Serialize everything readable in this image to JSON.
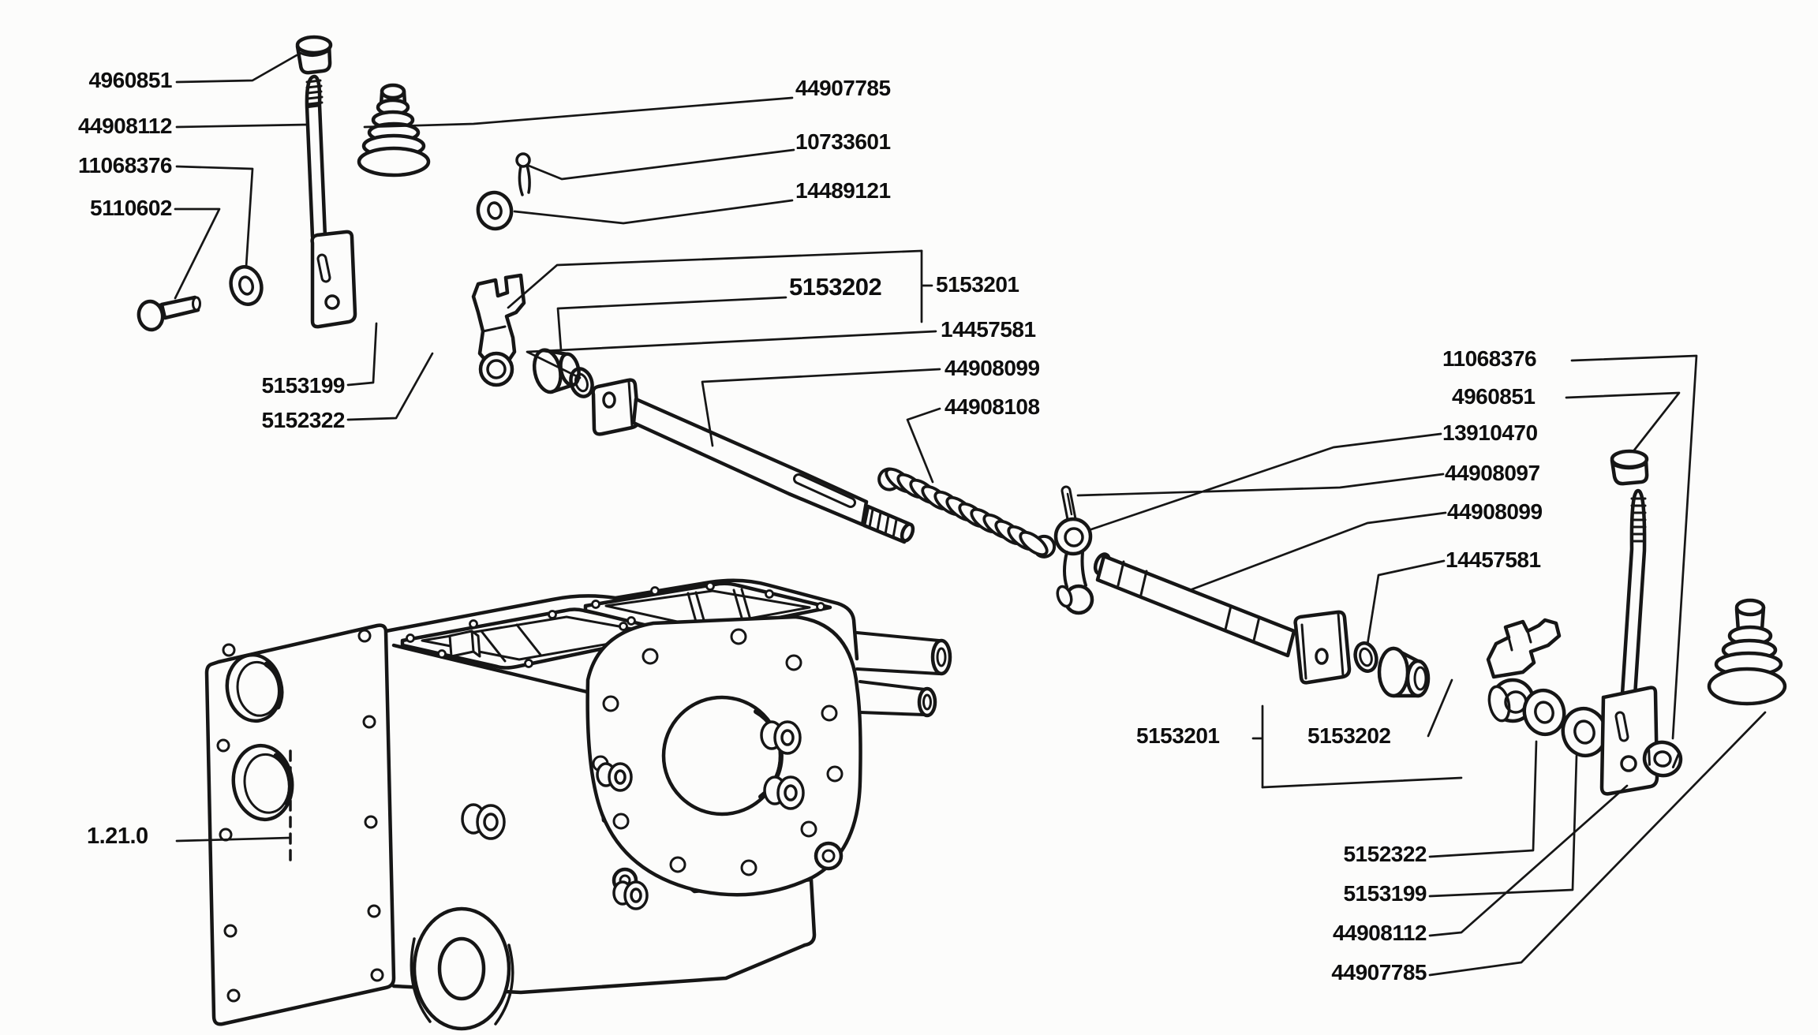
{
  "figure": {
    "drawing_ref": "1.21.0",
    "type": "exploded-parts-diagram",
    "subject": "transmission-housing-gear-shift-linkage"
  },
  "labels": {
    "l1": "4960851",
    "l2": "44908112",
    "l3": "11068376",
    "l4": "5110602",
    "t1": "44907785",
    "t2": "10733601",
    "t3": "14489121",
    "tb_a": "5153202",
    "tb_b": "5153201",
    "m1": "14457581",
    "m2": "44908099",
    "m3": "44908108",
    "lm1": "5153199",
    "lm2": "5152322",
    "r1": "11068376",
    "r2": "4960851",
    "r3": "13910470",
    "r4": "44908097",
    "r5": "44908099",
    "r6": "14457581",
    "bb_a": "5153201",
    "bb_b": "5153202",
    "br1": "5152322",
    "br2": "5153199",
    "br3": "44908112",
    "br4": "44907785",
    "fig_ref": "1.21.0"
  }
}
